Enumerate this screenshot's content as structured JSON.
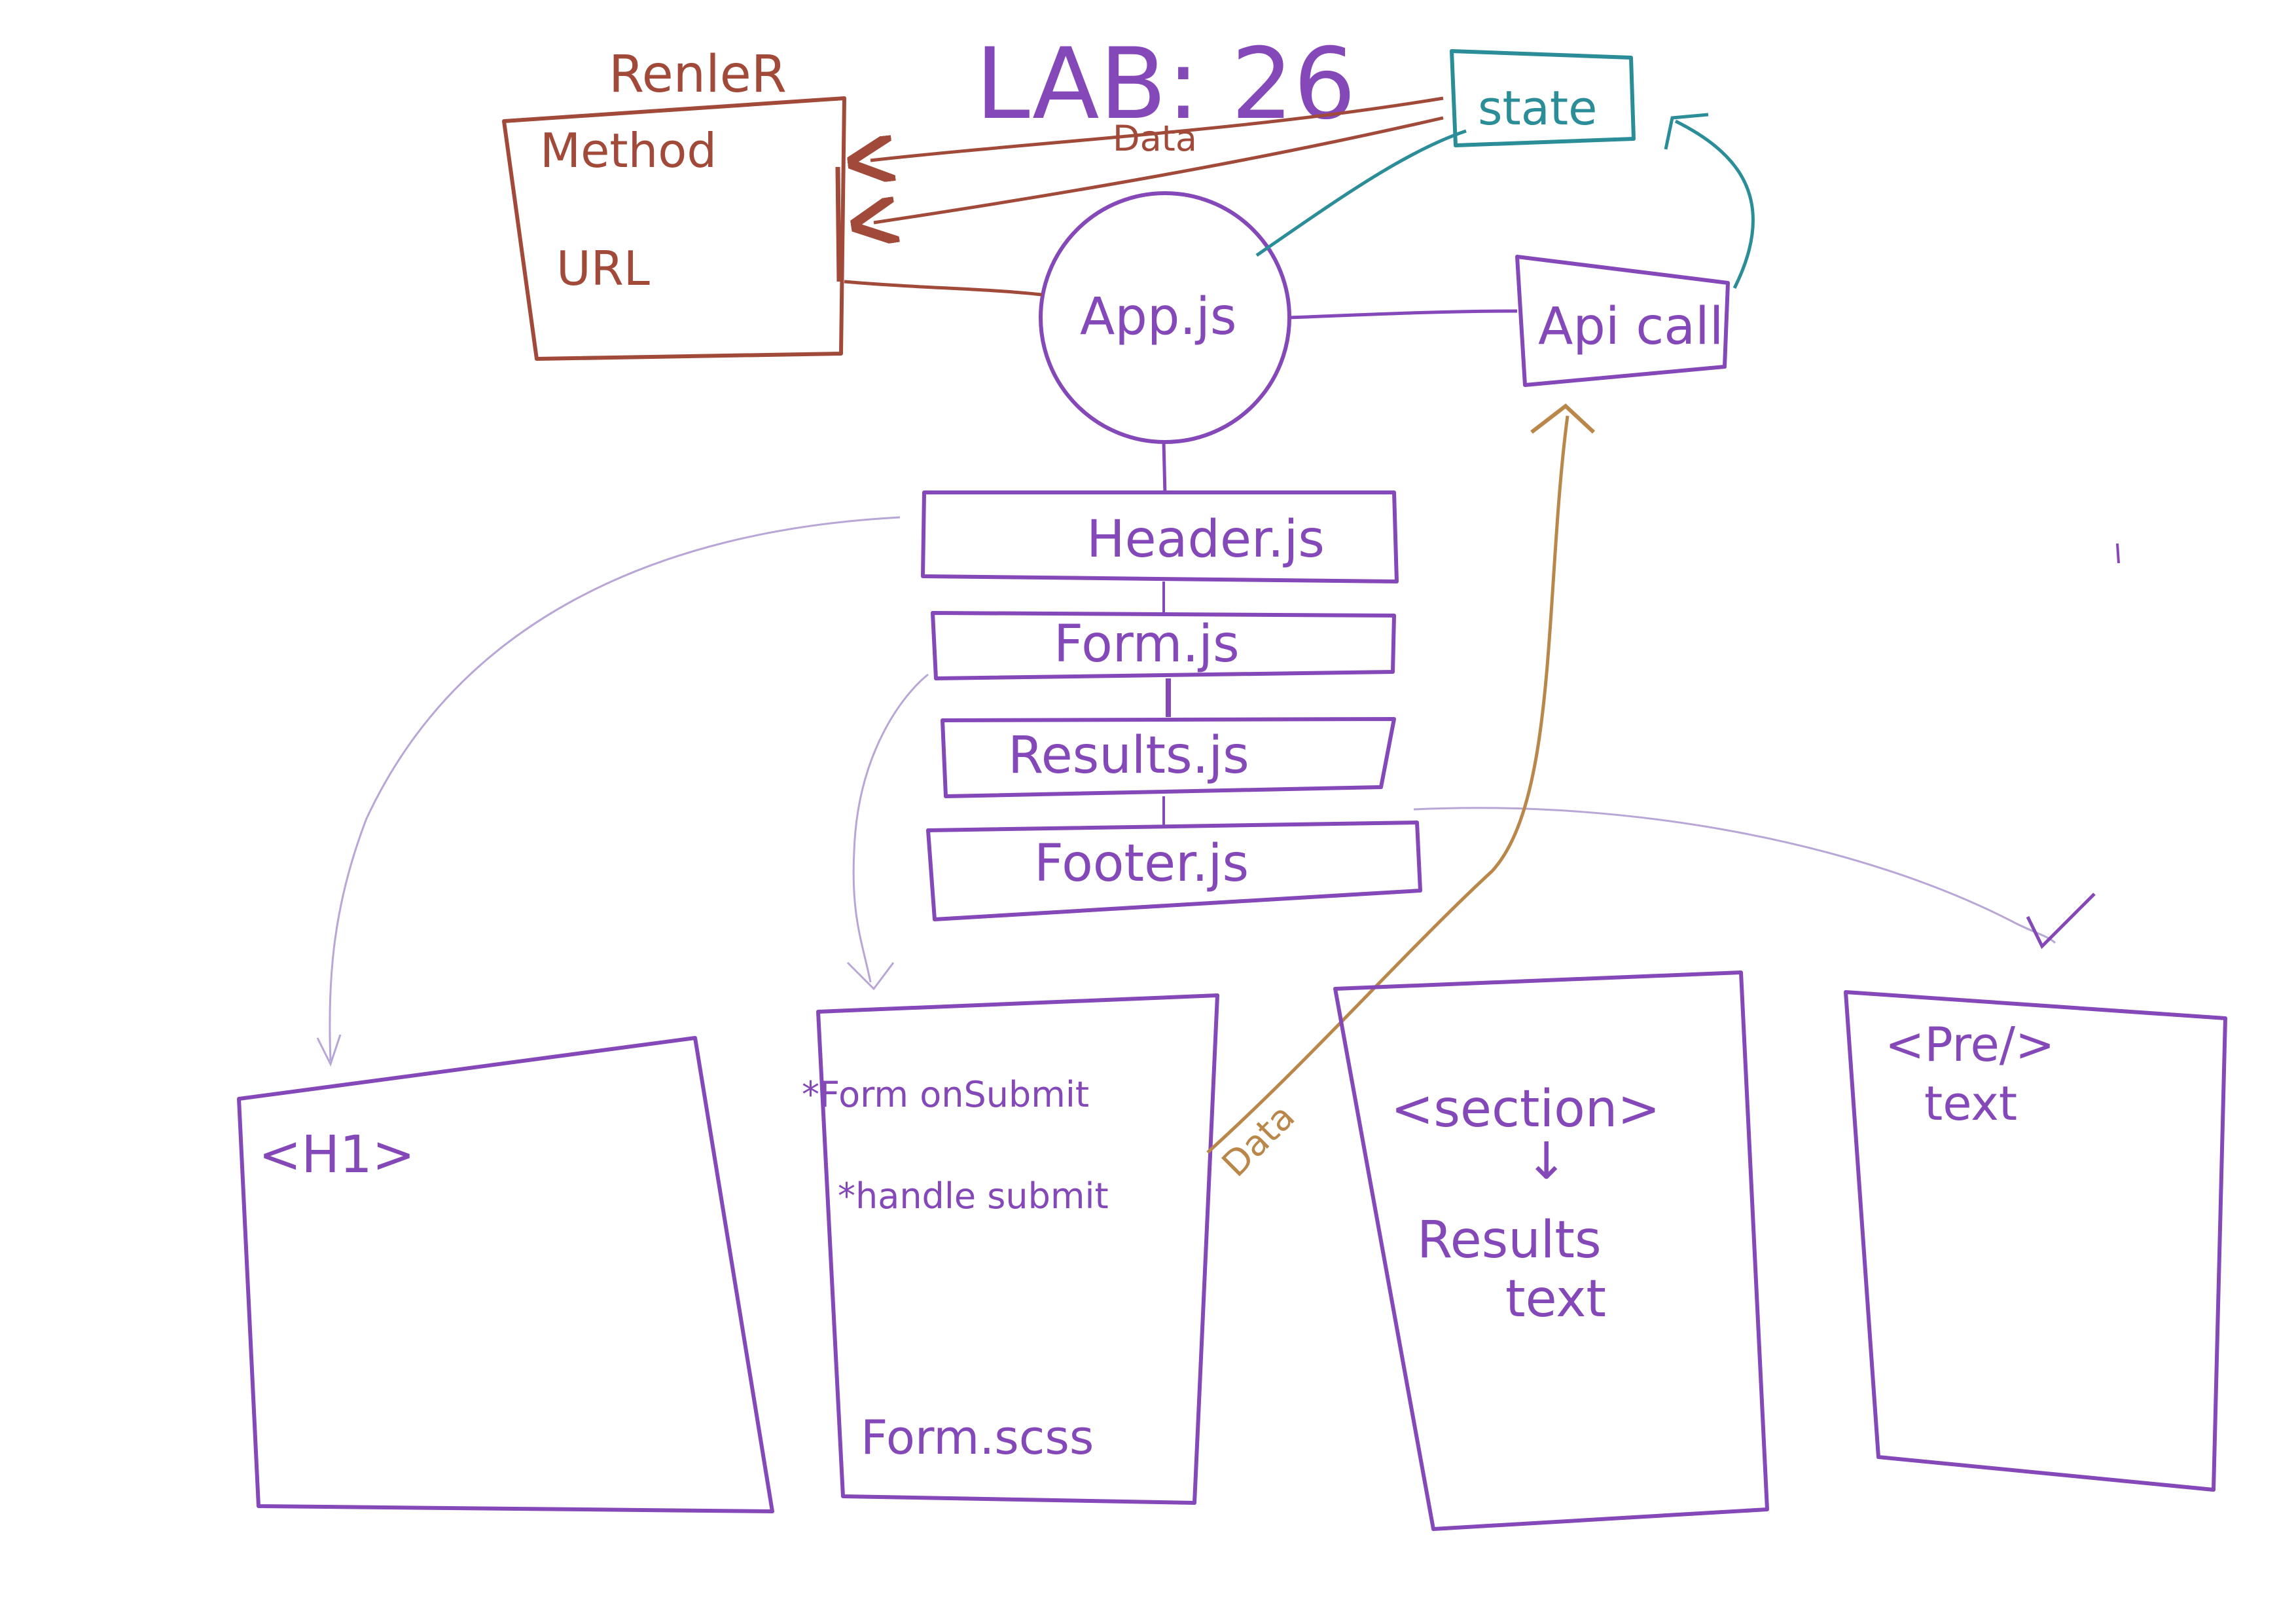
{
  "title": "LAB: 26",
  "colors": {
    "purple": "#8448b8",
    "brown": "#a24a3a",
    "teal": "#2b8d98",
    "gold": "#b9874a",
    "lavender": "#b7a6d6",
    "paper": "#ffffff"
  },
  "render_box": {
    "heading": "RenleR",
    "method_label": "Method",
    "url_label": "URL"
  },
  "state_box": {
    "label": "state"
  },
  "app_node": {
    "label": "App.js"
  },
  "api_box": {
    "label": "Api call"
  },
  "components": [
    {
      "label": "Header.js"
    },
    {
      "label": "Form.js"
    },
    {
      "label": "Results.js"
    },
    {
      "label": "Footer.js"
    }
  ],
  "edge_labels": {
    "state_to_render": "Data",
    "submit_to_api": "Data"
  },
  "bottom_boxes": {
    "header_box": {
      "text": "<H1>"
    },
    "form_box": {
      "line1": "*Form onSubmit",
      "line2": "*handle submit",
      "footer": "Form.scss"
    },
    "results_box": {
      "line1": "<section>",
      "arrow": "↓",
      "line2": "Results",
      "line3": "text"
    },
    "pre_box": {
      "line1": "<Pre/>",
      "line2": "text"
    }
  }
}
